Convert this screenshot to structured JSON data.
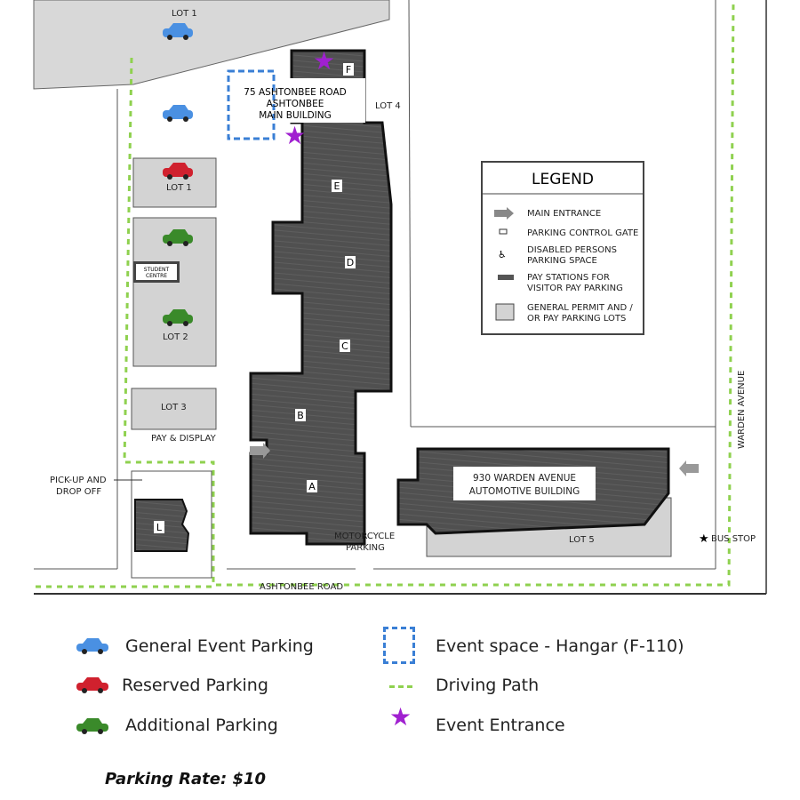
{
  "map": {
    "labels": {
      "lot1_top": "LOT 1",
      "lot1": "LOT 1",
      "lot2": "LOT 2",
      "lot3": "LOT 3",
      "lot4": "LOT 4",
      "lot5": "LOT 5",
      "pay_display": "PAY & DISPLAY",
      "pickup_1": "PICK-UP AND",
      "pickup_2": "DROP OFF",
      "motorcycle_1": "MOTORCYCLE",
      "motorcycle_2": "PARKING",
      "bus_stop": "BUS STOP",
      "ashtonbee_road": "ASHTONBEE ROAD",
      "warden_avenue": "WARDEN AVENUE",
      "student_centre_1": "STUDENT",
      "student_centre_2": "CENTRE",
      "main_bldg_1": "75 ASHTONBEE ROAD",
      "main_bldg_2": "ASHTONBEE",
      "main_bldg_3": "MAIN BUILDING",
      "auto_bldg_1": "930 WARDEN AVENUE",
      "auto_bldg_2": "AUTOMOTIVE BUILDING",
      "sections": [
        "F",
        "E",
        "D",
        "C",
        "B",
        "A",
        "L"
      ]
    },
    "legend": {
      "title": "LEGEND",
      "items": [
        {
          "icon": "arrow-icon",
          "lines": [
            "MAIN ENTRANCE"
          ]
        },
        {
          "icon": "gate-icon",
          "lines": [
            "PARKING CONTROL GATE"
          ]
        },
        {
          "icon": "wheelchair-icon",
          "lines": [
            "DISABLED PERSONS",
            "PARKING SPACE"
          ]
        },
        {
          "icon": "pay-station-icon",
          "lines": [
            "PAY STATIONS FOR",
            "VISITOR PAY PARKING"
          ]
        },
        {
          "icon": "lot-swatch-icon",
          "lines": [
            "GENERAL PERMIT AND /",
            "OR PAY PARKING LOTS"
          ]
        }
      ]
    }
  },
  "key": {
    "general": "General Event Parking",
    "reserved": "Reserved Parking",
    "additional": "Additional Parking",
    "event_space": "Event space - Hangar (F-110)",
    "driving_path": "Driving Path",
    "event_entrance": "Event Entrance"
  },
  "colors": {
    "general": "#4a90e2",
    "reserved": "#d0212e",
    "additional": "#3a8a2a",
    "star": "#a020d0",
    "path": "#8fd14f"
  },
  "parking_rate": "Parking Rate: $10"
}
